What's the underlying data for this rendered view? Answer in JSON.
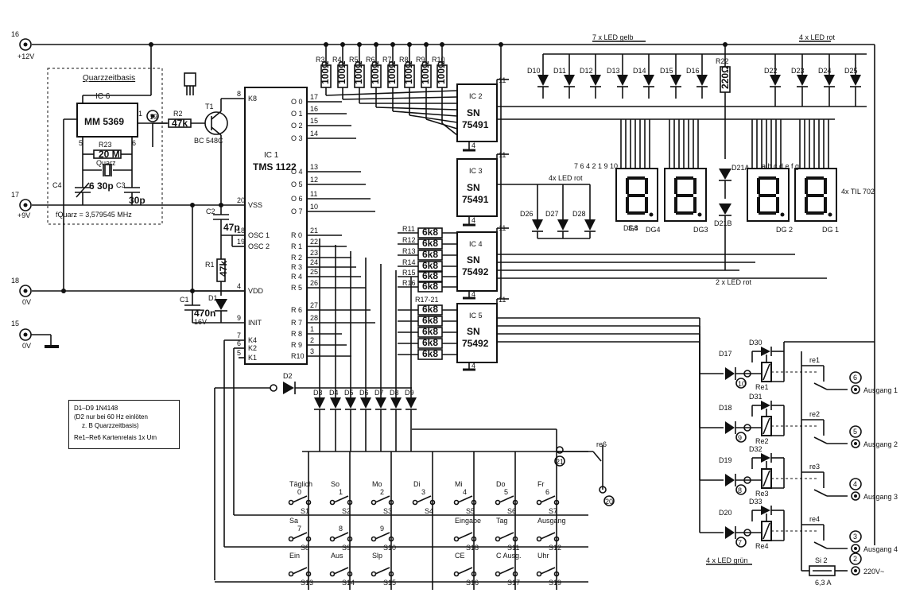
{
  "title_quartz": "Quarzzeitbasis",
  "ic1": {
    "ref": "IC 1",
    "part": "TMS 1122"
  },
  "ic2": {
    "ref": "IC 2",
    "part1": "SN",
    "part2": "75491"
  },
  "ic3": {
    "ref": "IC 3",
    "part1": "SN",
    "part2": "75491"
  },
  "ic4": {
    "ref": "IC 4",
    "part1": "SN",
    "part2": "75492"
  },
  "ic5": {
    "ref": "IC 5",
    "part1": "SN",
    "part2": "75492"
  },
  "ic6": {
    "ref": "IC 6",
    "part": "MM 5369"
  },
  "ic1_left_pins": [
    "K8",
    "VSS",
    "OSC 1",
    "OSC 2",
    "VDD",
    "INIT",
    "K4",
    "K2",
    "K1"
  ],
  "ic1_left_pin_numbers": [
    "8",
    "20",
    "18",
    "19",
    "4",
    "9",
    "7",
    "6",
    "5"
  ],
  "ic1_right_pins": [
    "O 0",
    "O 1",
    "O 2",
    "O 3",
    "O 4",
    "O 5",
    "O 6",
    "O 7",
    "R 0",
    "R 1",
    "R 2",
    "R 3",
    "R 4",
    "R 5",
    "R 6",
    "R 7",
    "R 8",
    "R 9",
    "R10"
  ],
  "ic1_right_pin_numbers": [
    "17",
    "16",
    "15",
    "14",
    "13",
    "12",
    "11",
    "10",
    "21",
    "22",
    "23",
    "24",
    "25",
    "26",
    "27",
    "28",
    "1",
    "2",
    "3"
  ],
  "resistors_top": [
    "R3",
    "R4",
    "R5",
    "R6",
    "R7",
    "R8",
    "R9",
    "R10"
  ],
  "resistor_top_value": "100Ω",
  "resistors_mid": [
    "R11",
    "R12",
    "R13",
    "R14",
    "R15",
    "R16"
  ],
  "resistor_mid_label2": "R17-21",
  "resistor_mid_value": "6k8",
  "r22": {
    "ref": "R22",
    "value": "220Ω"
  },
  "r2": {
    "ref": "R2",
    "value": "47k"
  },
  "r1": {
    "ref": "R1",
    "value": "47k"
  },
  "r23": {
    "ref": "R23",
    "value": "20 M"
  },
  "c1": {
    "ref": "C1",
    "value": "470n",
    "volt": "16V"
  },
  "c2": {
    "ref": "C2",
    "value": "47p"
  },
  "c3": {
    "ref": "C3",
    "value": "30p"
  },
  "c4": {
    "ref": "C4",
    "value": "6  30p"
  },
  "quartz": {
    "label": "Quarz",
    "freq_label": "fQuarz = 3,579545 MHz"
  },
  "t1": {
    "ref": "T1",
    "part": "BC 548C"
  },
  "d1": "D1",
  "d2": "D2",
  "supply": [
    {
      "node": "16",
      "label": "+12V"
    },
    {
      "node": "17",
      "label": "+9V"
    },
    {
      "node": "18",
      "label": "0V"
    },
    {
      "node": "15",
      "label": "0V"
    }
  ],
  "led_yellow_label": "7 x LED gelb",
  "led_red4_top_label": "4 x LED rot",
  "led_red4_mid_label": "4x LED rot",
  "led_red2_label": "2 x LED rot",
  "led_green_label": "4 x LED grün",
  "leds_yellow": [
    "D10",
    "D11",
    "D12",
    "D13",
    "D14",
    "D15",
    "D16"
  ],
  "leds_red_top": [
    "D22",
    "D23",
    "D24",
    "D25"
  ],
  "leds_red_mid": [
    "D26",
    "D27",
    "D28"
  ],
  "d21a": "D21A",
  "d21b": "D21B",
  "displays": [
    "DG4",
    "DG3",
    "DG 2",
    "DG 1"
  ],
  "display_type": "4x TIL 702",
  "display_dg4_extra": "3,8",
  "seg_pins_left": "7 6 4 2 1 9 10",
  "seg_pins_right": "a b c d e f g",
  "diodes_keys": [
    "D3",
    "D4",
    "D5",
    "D6",
    "D7",
    "D8",
    "D9"
  ],
  "relay_leds": [
    "D17",
    "D18",
    "D19",
    "D20"
  ],
  "relay_diodes": [
    "D30",
    "D31",
    "D32",
    "D33"
  ],
  "relays": [
    "Re1",
    "Re2",
    "Re3",
    "Re4"
  ],
  "relay_contacts": [
    "re1",
    "re2",
    "re3",
    "re4"
  ],
  "relay_nodes": [
    "10",
    "9",
    "8",
    "7"
  ],
  "outputs": [
    {
      "node": "6",
      "label": "Ausgang 1"
    },
    {
      "node": "5",
      "label": "Ausgang 2"
    },
    {
      "node": "4",
      "label": "Ausgang 3"
    },
    {
      "node": "3",
      "label": "Ausgang 4"
    }
  ],
  "mains": {
    "node": "2",
    "label": "220V~"
  },
  "fuse": {
    "ref": "Si 2",
    "value": "6,3 A"
  },
  "re6": {
    "label": "re6",
    "node21": "21",
    "node20": "20"
  },
  "switches_row1": [
    {
      "top": "Täglich",
      "num": "0",
      "ref": "S1"
    },
    {
      "top": "So",
      "num": "1",
      "ref": "S2"
    },
    {
      "top": "Mo",
      "num": "2",
      "ref": "S3"
    },
    {
      "top": "Di",
      "num": "3",
      "ref": "S4"
    },
    {
      "top": "Mi",
      "num": "4",
      "ref": "S5"
    },
    {
      "top": "Do",
      "num": "5",
      "ref": "S6"
    },
    {
      "top": "Fr",
      "num": "6",
      "ref": "S7"
    }
  ],
  "switches_row2": [
    {
      "top": "Sa",
      "num": "7",
      "ref": "S8"
    },
    {
      "top": "",
      "num": "8",
      "ref": "S9"
    },
    {
      "top": "",
      "num": "9",
      "ref": "S10"
    },
    {
      "top": "Eingabe",
      "num": "",
      "ref": "S18"
    },
    {
      "top": "Tag",
      "num": "",
      "ref": "S11"
    },
    {
      "top": "Ausgang",
      "num": "",
      "ref": "S12"
    }
  ],
  "switches_row3": [
    {
      "top": "Ein",
      "num": "",
      "ref": "S13"
    },
    {
      "top": "Aus",
      "num": "",
      "ref": "S14"
    },
    {
      "top": "Slp",
      "num": "",
      "ref": "S15"
    },
    {
      "top": "CE",
      "num": "",
      "ref": "S16"
    },
    {
      "top": "C Ausg.",
      "num": "",
      "ref": "S17"
    },
    {
      "top": "Uhr",
      "num": "",
      "ref": "S19"
    }
  ],
  "notes": [
    "D1–D9   1N4148",
    "(D2 nur bei 60 Hz einlöten",
    "z. B Quarzzeitbasis)",
    "Re1–Re6  Kartenrelais 1x Um"
  ]
}
